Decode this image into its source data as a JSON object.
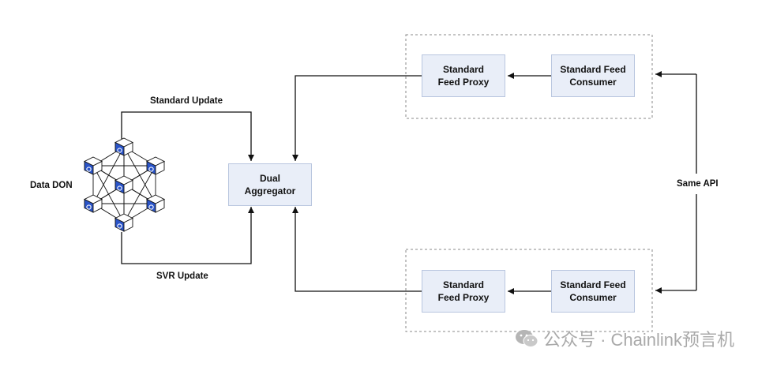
{
  "diagram": {
    "data_don_label": "Data DON",
    "standard_update_label": "Standard Update",
    "svr_update_label": "SVR Update",
    "aggregator": {
      "line1": "Dual",
      "line2": "Aggregator"
    },
    "top_group": {
      "proxy": {
        "line1": "Standard",
        "line2": "Feed Proxy"
      },
      "consumer": {
        "line1": "Standard Feed",
        "line2": "Consumer"
      }
    },
    "bottom_group": {
      "proxy": {
        "line1": "Standard",
        "line2": "Feed Proxy"
      },
      "consumer": {
        "line1": "Standard Feed",
        "line2": "Consumer"
      }
    },
    "same_api_label": "Same API"
  },
  "watermark": {
    "text": "公众号 · Chainlink预言机"
  },
  "colors": {
    "box_fill": "#e9eef8",
    "box_border": "#b9c6df",
    "node_blue": "#2a54c8",
    "line": "#111111"
  }
}
